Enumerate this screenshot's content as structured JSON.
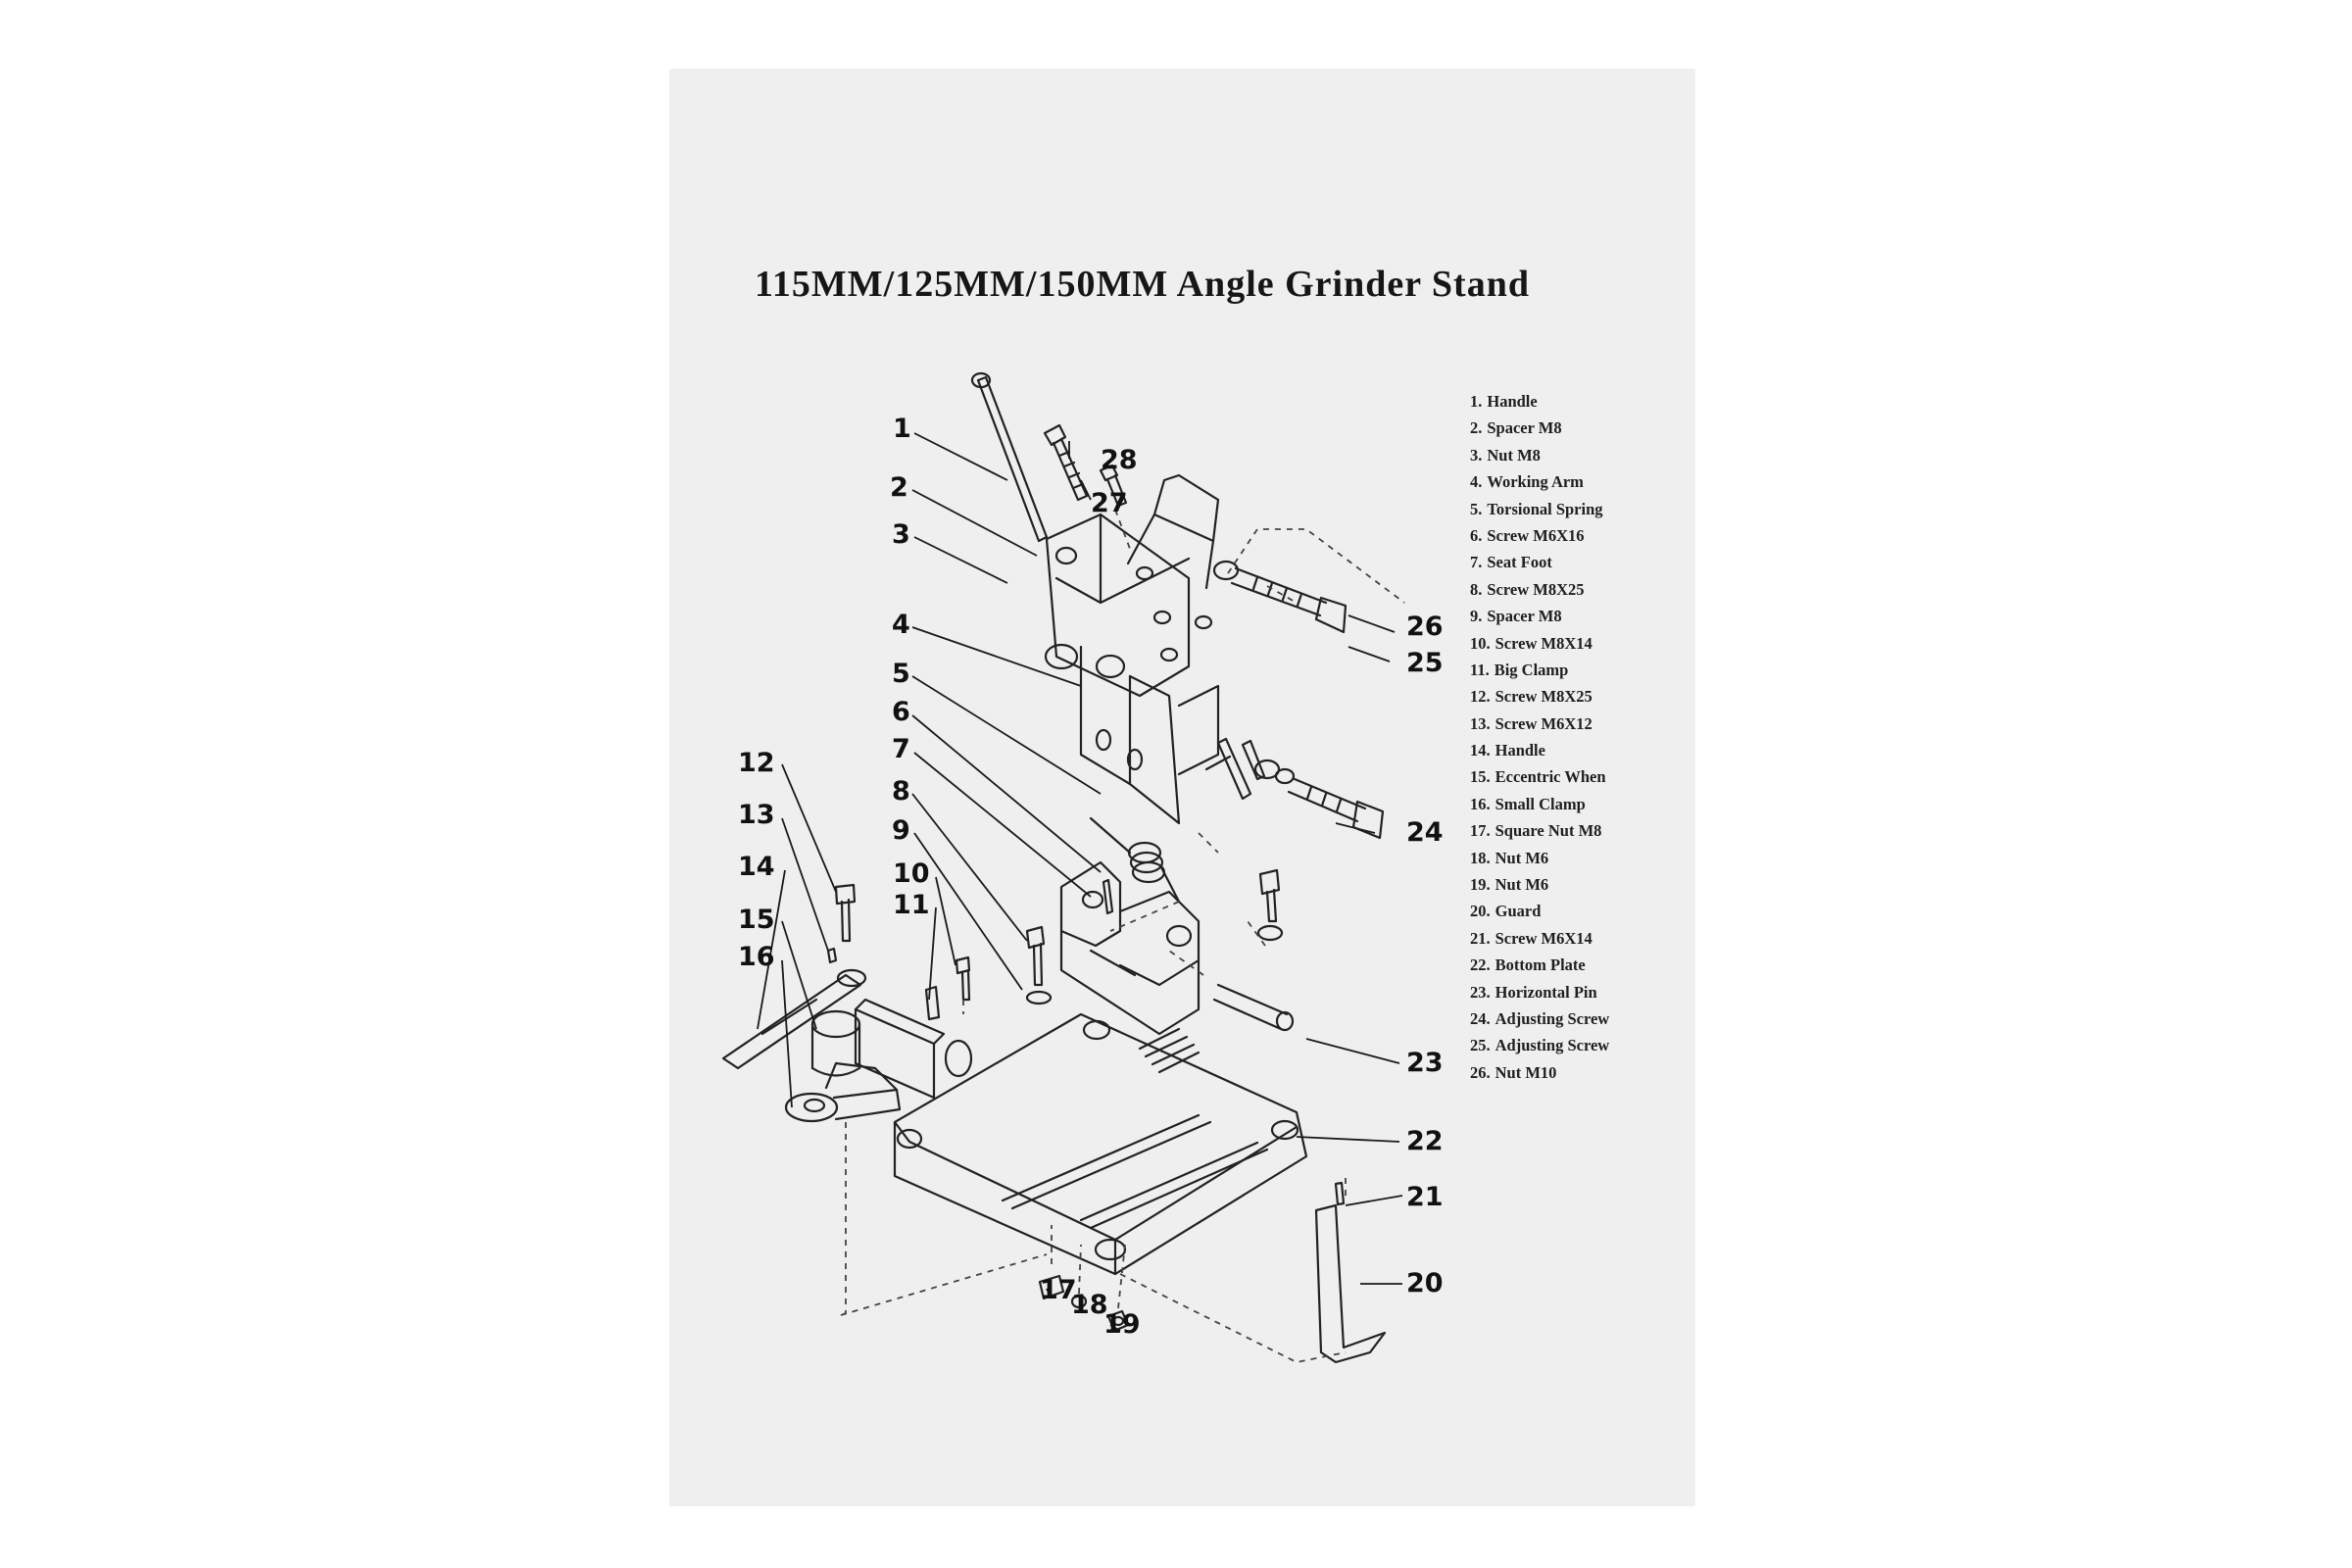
{
  "title": "115MM/125MM/150MM Angle Grinder Stand",
  "parts": [
    {
      "num": "1.",
      "name": "Handle"
    },
    {
      "num": "2.",
      "name": "Spacer M8"
    },
    {
      "num": "3.",
      "name": "Nut M8"
    },
    {
      "num": "4.",
      "name": "Working Arm"
    },
    {
      "num": "5.",
      "name": "Torsional Spring"
    },
    {
      "num": "6.",
      "name": "Screw M6X16"
    },
    {
      "num": "7.",
      "name": "Seat Foot"
    },
    {
      "num": "8.",
      "name": "Screw M8X25"
    },
    {
      "num": "9.",
      "name": "Spacer M8"
    },
    {
      "num": "10.",
      "name": "Screw M8X14"
    },
    {
      "num": "11.",
      "name": "Big Clamp"
    },
    {
      "num": "12.",
      "name": "Screw M8X25"
    },
    {
      "num": "13.",
      "name": "Screw M6X12"
    },
    {
      "num": "14.",
      "name": "Handle"
    },
    {
      "num": "15.",
      "name": "Eccentric When"
    },
    {
      "num": "16.",
      "name": "Small Clamp"
    },
    {
      "num": "17.",
      "name": "Square Nut M8"
    },
    {
      "num": "18.",
      "name": "Nut M6"
    },
    {
      "num": "19.",
      "name": "Nut M6"
    },
    {
      "num": "20.",
      "name": "Guard"
    },
    {
      "num": "21.",
      "name": "Screw M6X14"
    },
    {
      "num": "22.",
      "name": "Bottom Plate"
    },
    {
      "num": "23.",
      "name": "Horizontal Pin"
    },
    {
      "num": "24.",
      "name": "Adjusting Screw"
    },
    {
      "num": "25.",
      "name": "Adjusting Screw"
    },
    {
      "num": "26.",
      "name": "Nut M10"
    }
  ],
  "callouts": [
    "1",
    "2",
    "3",
    "4",
    "5",
    "6",
    "7",
    "8",
    "9",
    "10",
    "11",
    "12",
    "13",
    "14",
    "15",
    "16",
    "17",
    "18",
    "19",
    "20",
    "21",
    "22",
    "23",
    "24",
    "25",
    "26",
    "27",
    "28"
  ]
}
